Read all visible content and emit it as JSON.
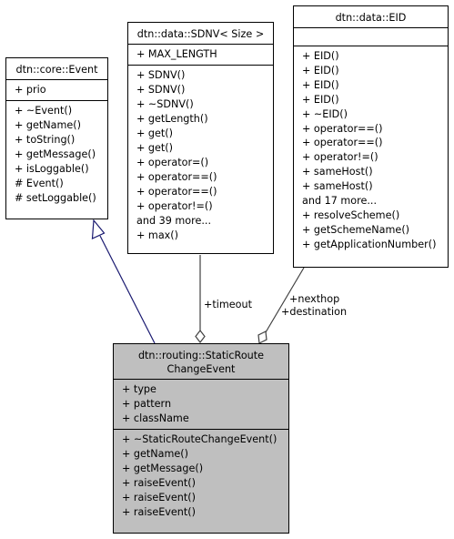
{
  "classes": {
    "event": {
      "title": "dtn::core::Event",
      "attributes": [
        "+ prio"
      ],
      "methods": [
        "+ ~Event()",
        "+ getName()",
        "+ toString()",
        "+ getMessage()",
        "+ isLoggable()",
        "# Event()",
        "# setLoggable()"
      ]
    },
    "sdnv": {
      "title": "dtn::data::SDNV< Size >",
      "attributes": [
        "+ MAX_LENGTH"
      ],
      "methods": [
        "+ SDNV()",
        "+ SDNV()",
        "+ ~SDNV()",
        "+ getLength()",
        "+ get()",
        "+ get()",
        "+ operator=()",
        "+ operator==()",
        "+ operator==()",
        "+ operator!=()",
        "and 39 more...",
        "+ max()"
      ]
    },
    "eid": {
      "title": "dtn::data::EID",
      "attributes": [],
      "methods": [
        "+ EID()",
        "+ EID()",
        "+ EID()",
        "+ EID()",
        "+ ~EID()",
        "+ operator==()",
        "+ operator==()",
        "+ operator!=()",
        "+ sameHost()",
        "+ sameHost()",
        "and 17 more...",
        "+ resolveScheme()",
        "+ getSchemeName()",
        "+ getApplicationNumber()"
      ]
    },
    "main": {
      "title": "dtn::routing::StaticRoute\nChangeEvent",
      "attributes": [
        "+ type",
        "+ pattern",
        "+ className"
      ],
      "methods": [
        "+ ~StaticRouteChangeEvent()",
        "+ getName()",
        "+ getMessage()",
        "+ raiseEvent()",
        "+ raiseEvent()",
        "+ raiseEvent()"
      ]
    }
  },
  "edges": {
    "timeout_label": "+timeout",
    "nexthop_label": "+nexthop",
    "destination_label": "+destination"
  },
  "colors": {
    "inheritance": "#191970",
    "association": "#404040",
    "focus_fill": "#bfbfbf"
  }
}
